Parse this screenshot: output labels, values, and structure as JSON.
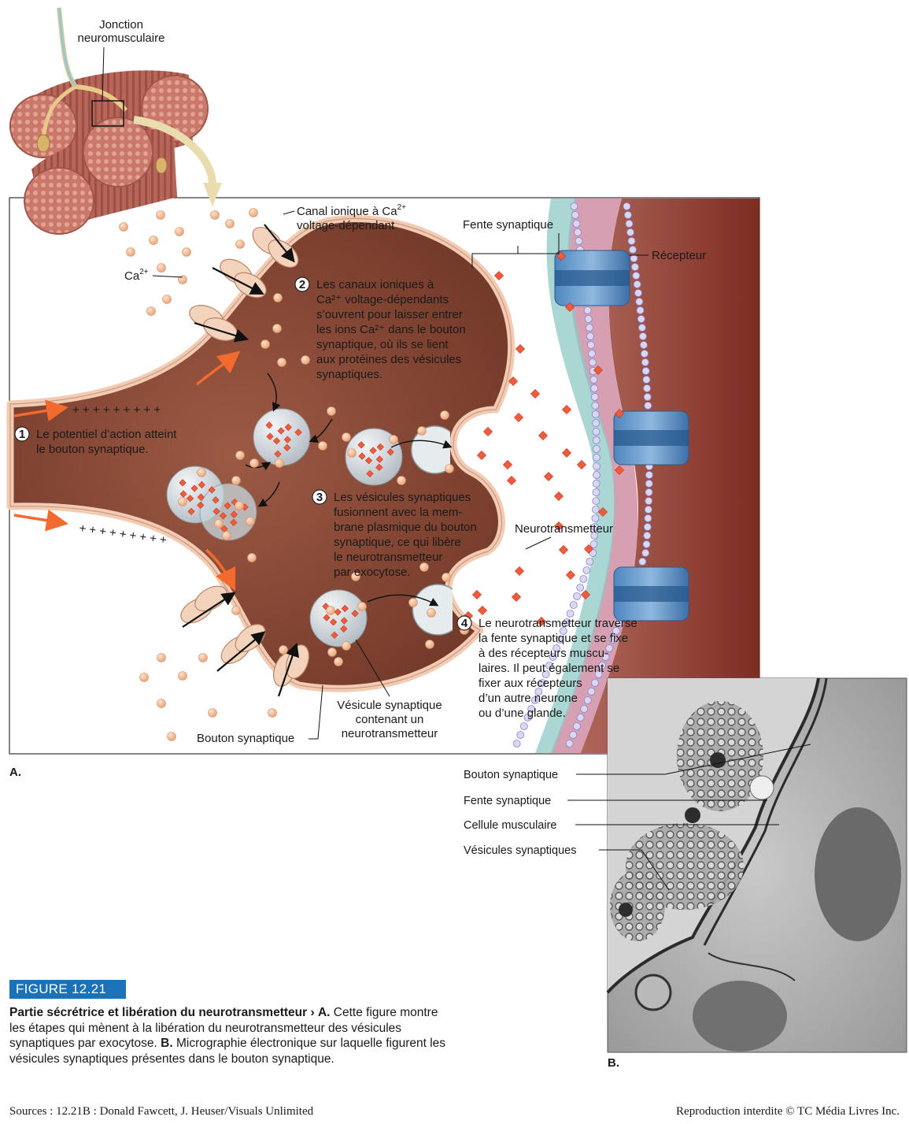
{
  "figure": {
    "number": "FIGURE 12.21",
    "title": "Partie sécrétrice et libération du neurotransmetteur",
    "title_separator": "›",
    "caption_part_a_label": "A.",
    "caption_part_a": "Cette figure montre les étapes qui mènent à la libération du neurotransmetteur des vésicules synaptiques par exocytose.",
    "caption_part_b_label": "B.",
    "caption_part_b": "Micrographie électronique sur laquelle figurent les vésicules synaptiques présentes dans le bouton synaptique.",
    "sources": "Sources : 12.21B : Donald Fawcett, J. Heuser/Visuals Unlimited",
    "rights": "Reproduction interdite © TC Média Livres Inc.",
    "accent_color": "#1c72b7"
  },
  "inset": {
    "label_line1": "Jonction",
    "label_line2": "neuromusculaire"
  },
  "panel_a": {
    "panel_label": "A.",
    "canal_label_line1": "Canal ionique à Ca",
    "canal_label_sup": "2+",
    "canal_label_line2": "voltage-dépendant",
    "ca_label": "Ca",
    "ca_sup": "2+",
    "fente_label": "Fente synaptique",
    "recepteur_label": "Récepteur",
    "neurotransmetteur_label": "Neurotransmetteur",
    "bouton_label": "Bouton synaptique",
    "vesicule_label_line1": "Vésicule synaptique",
    "vesicule_label_line2": "contenant un",
    "vesicule_label_line3": "neurotransmetteur",
    "charges": "+ + + + + + + + +",
    "steps": [
      {
        "num": "1",
        "lines": [
          "Le potentiel d’action atteint",
          "le bouton synaptique."
        ]
      },
      {
        "num": "2",
        "lines": [
          "Les canaux ioniques à",
          "Ca²⁺ voltage-dépendants",
          "s’ouvrent pour laisser entrer",
          "les ions Ca²⁺ dans le bouton",
          "synaptique, où ils se lient",
          "aux protéines des vésicules",
          "synaptiques."
        ]
      },
      {
        "num": "3",
        "lines": [
          "Les vésicules synaptiques",
          "fusionnent avec la mem-",
          "brane plasmique du bouton",
          "synaptique, ce qui libère",
          "le neurotransmetteur",
          "par exocytose."
        ]
      },
      {
        "num": "4",
        "lines": [
          "Le neurotransmetteur traverse",
          "la fente synaptique et se fixe",
          "à des récepteurs muscu-",
          "laires. Il peut également se",
          "fixer aux récepteurs",
          "d’un autre neurone",
          "ou d’une glande."
        ]
      }
    ]
  },
  "panel_b": {
    "panel_label": "B.",
    "labels": [
      "Bouton synaptique",
      "Fente synaptique",
      "Cellule musculaire",
      "Vésicules synaptiques"
    ]
  }
}
